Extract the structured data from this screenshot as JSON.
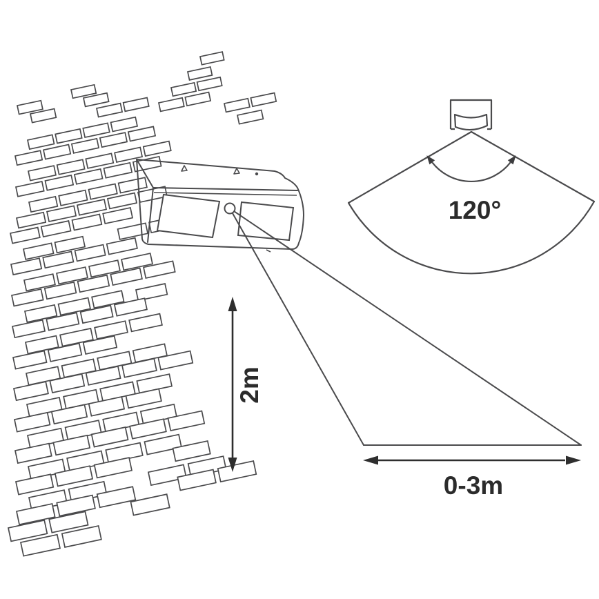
{
  "labels": {
    "mounting_height": "2m",
    "detection_range": "0-3m",
    "detection_angle": "120°"
  },
  "colors": {
    "line": "#4a4a4c",
    "text": "#2b2b2b",
    "background": "#ffffff"
  }
}
